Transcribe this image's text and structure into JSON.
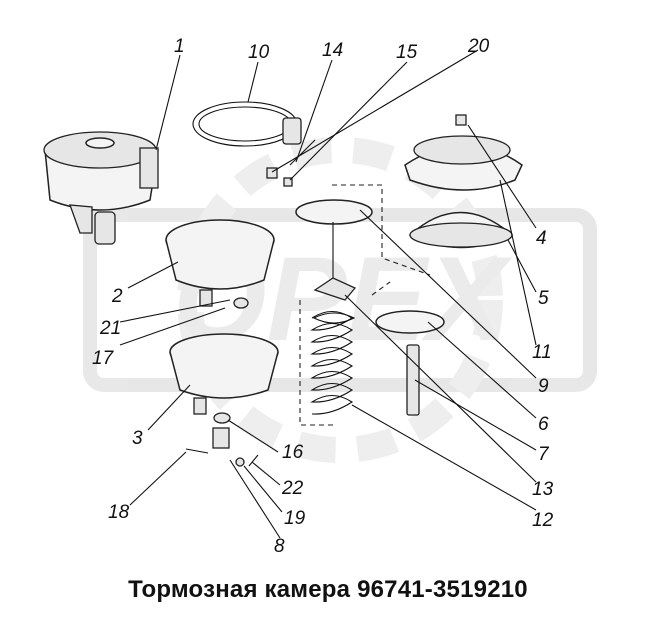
{
  "caption": "Тормозная камера 96741-3519210",
  "watermark": "OPEX",
  "callouts": [
    "1",
    "10",
    "14",
    "15",
    "20",
    "4",
    "5",
    "11",
    "9",
    "6",
    "7",
    "13",
    "12",
    "2",
    "21",
    "17",
    "3",
    "16",
    "22",
    "19",
    "18",
    "8"
  ]
}
